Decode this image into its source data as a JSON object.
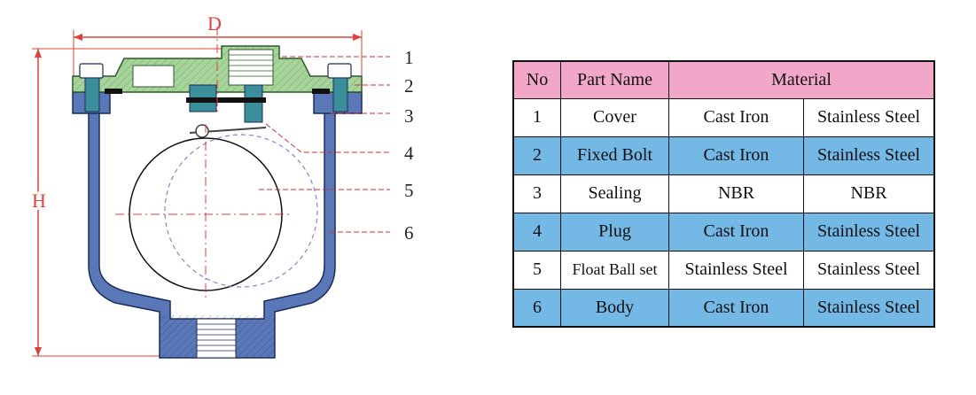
{
  "diagram": {
    "dimension_width_label": "D",
    "dimension_height_label": "H",
    "callouts": [
      "1",
      "2",
      "3",
      "4",
      "5",
      "6"
    ]
  },
  "table": {
    "headers": {
      "no": "No",
      "part_name": "Part Name",
      "material": "Material"
    },
    "rows": [
      {
        "no": "1",
        "name": "Cover",
        "material_1": "Cast Iron",
        "material_2": "Stainless Steel"
      },
      {
        "no": "2",
        "name": "Fixed Bolt",
        "material_1": "Cast Iron",
        "material_2": "Stainless Steel"
      },
      {
        "no": "3",
        "name": "Sealing",
        "material_1": "NBR",
        "material_2": "NBR"
      },
      {
        "no": "4",
        "name": "Plug",
        "material_1": "Cast Iron",
        "material_2": "Stainless Steel"
      },
      {
        "no": "5",
        "name": "Float Ball set",
        "material_1": "Stainless Steel",
        "material_2": "Stainless Steel"
      },
      {
        "no": "6",
        "name": "Body",
        "material_1": "Cast Iron",
        "material_2": "Stainless Steel"
      }
    ]
  },
  "colors": {
    "header_fill": "#f2a7c8",
    "row_highlight": "#74b8e6",
    "row_plain": "#ffffff",
    "body_fill": "#5a78b8",
    "cover_fill": "#a6d49a",
    "bolt_fill": "#3a8f9a",
    "dimension_red": "#e0413a",
    "callout_line": "#d03030"
  }
}
